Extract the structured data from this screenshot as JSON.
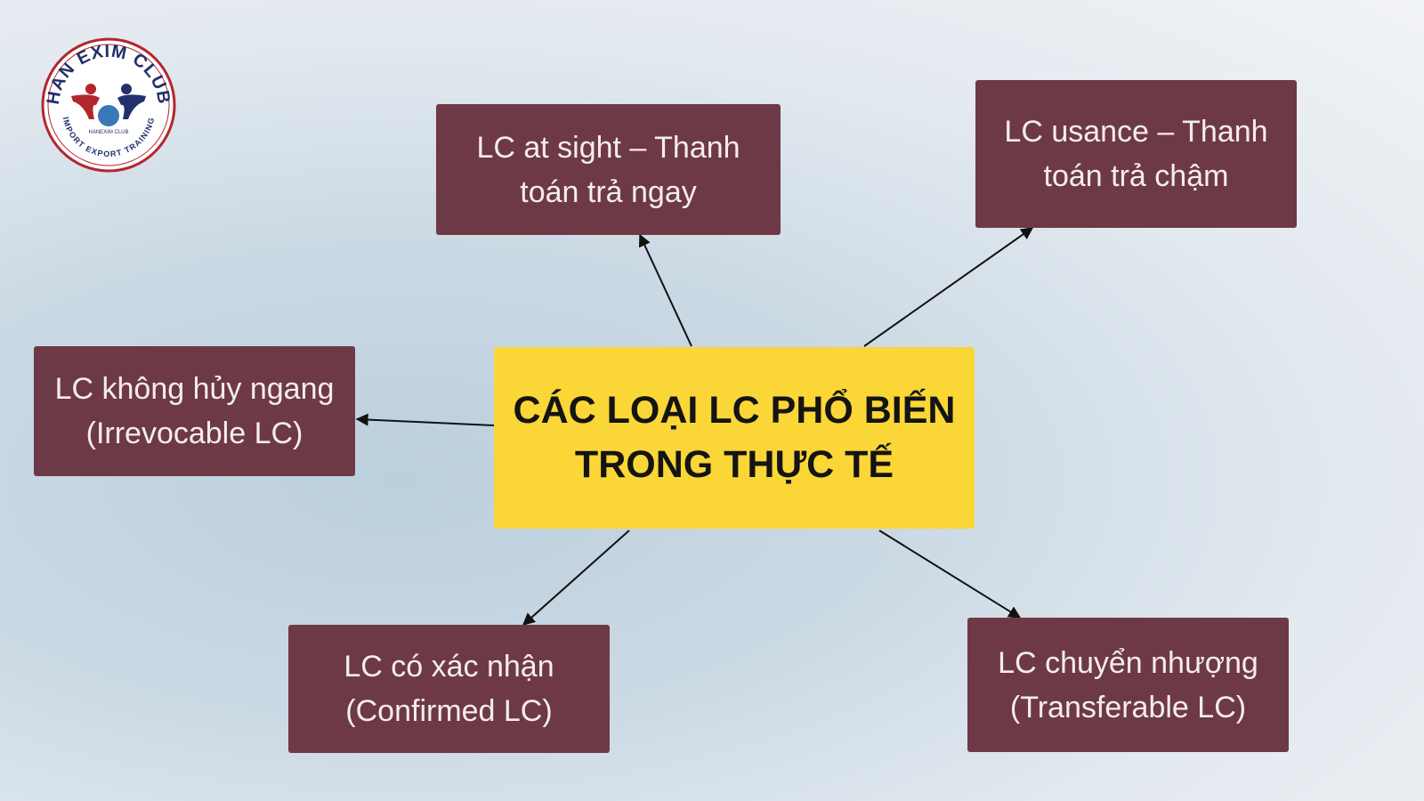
{
  "center": {
    "line1": "CÁC LOẠI LC PHỔ BIẾN",
    "line2": "TRONG THỰC TẾ"
  },
  "nodes": {
    "at_sight": {
      "line1": "LC at sight – Thanh",
      "line2": "toán trả ngay"
    },
    "usance": {
      "line1": "LC usance – Thanh",
      "line2": "toán trả chậm"
    },
    "irrevocable": {
      "line1": "LC không hủy ngang",
      "line2": "(Irrevocable LC)"
    },
    "confirmed": {
      "line1": "LC có xác nhận",
      "line2": "(Confirmed LC)"
    },
    "transferable": {
      "line1": "LC chuyển nhượng",
      "line2": "(Transferable LC)"
    }
  },
  "logo": {
    "top_text": "HAN EXIM CLUB",
    "bottom_text": "IMPORT EXPORT TRAINING",
    "inner_text": "HANEXIM CLUB"
  },
  "colors": {
    "node_fill": "#6e3947",
    "node_text": "#f4eded",
    "center_fill": "#fad637",
    "center_text": "#141414",
    "arrow": "#111111",
    "logo_navy": "#22306b",
    "logo_red": "#b3262e"
  }
}
